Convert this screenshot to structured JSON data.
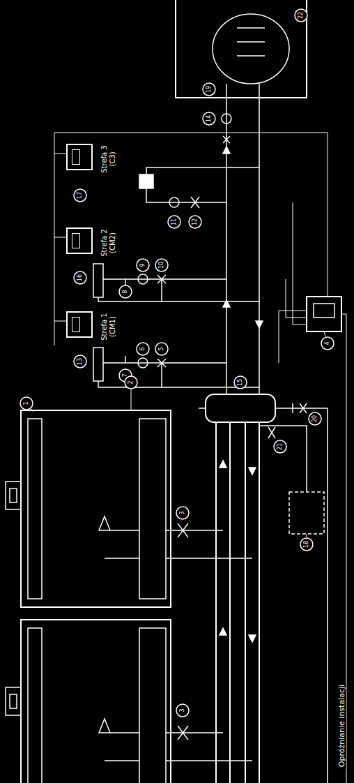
{
  "diagram": {
    "nodes": [
      {
        "text": [
          "Strefa 3 (C3)"
        ]
      },
      {
        "text": [
          "Strefa 2 (CM2)"
        ]
      },
      {
        "text": [
          "Strefa 1 (CM1)"
        ]
      }
    ],
    "labels": [
      "22",
      "19",
      "14",
      "17",
      "11",
      "12",
      "16",
      "8",
      "9",
      "10",
      "4",
      "13",
      "5",
      "6",
      "7",
      "2",
      "15",
      "1",
      "20",
      "21",
      "18",
      "3",
      "3",
      "Opróżnianie instalacji"
    ]
  }
}
